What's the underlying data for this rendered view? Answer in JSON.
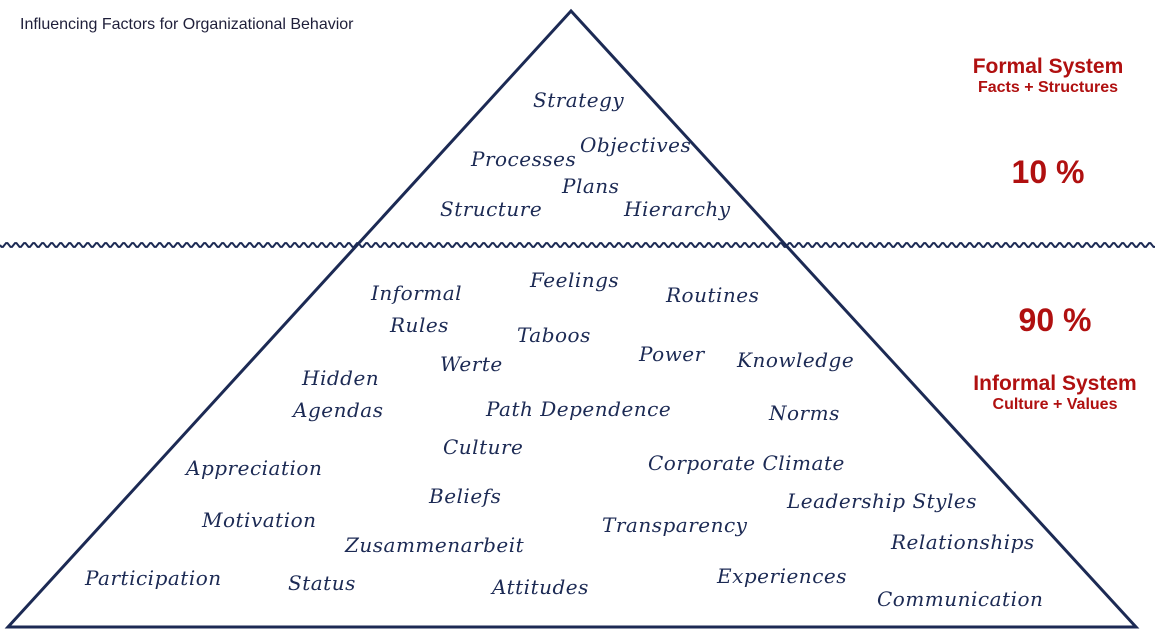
{
  "title": "Influencing Factors for Organizational Behavior",
  "formal": {
    "heading": "Formal System",
    "subheading": "Facts + Structures",
    "percent": "10 %"
  },
  "informal": {
    "heading": "Informal System",
    "subheading": "Culture + Values",
    "percent": "90 %"
  },
  "formal_words": {
    "strategy": "Strategy",
    "processes": "Processes",
    "objectives": "Objectives",
    "plans": "Plans",
    "structure": "Structure",
    "hierarchy": "Hierarchy"
  },
  "informal_words": {
    "informal": "Informal",
    "rules": "Rules",
    "feelings": "Feelings",
    "routines": "Routines",
    "taboos": "Taboos",
    "werte": "Werte",
    "power": "Power",
    "knowledge": "Knowledge",
    "hidden": "Hidden",
    "agendas": "Agendas",
    "path_dependence": "Path Dependence",
    "norms": "Norms",
    "culture": "Culture",
    "appreciation": "Appreciation",
    "corporate_climate": "Corporate Climate",
    "beliefs": "Beliefs",
    "leadership_styles": "Leadership Styles",
    "motivation": "Motivation",
    "transparency": "Transparency",
    "zusammenarbeit": "Zusammenarbeit",
    "relationships": "Relationships",
    "participation": "Participation",
    "status": "Status",
    "attitudes": "Attitudes",
    "experiences": "Experiences",
    "communication": "Communication"
  },
  "colors": {
    "line": "#1c2a54",
    "text": "#1c2a54",
    "accent": "#b01010"
  }
}
